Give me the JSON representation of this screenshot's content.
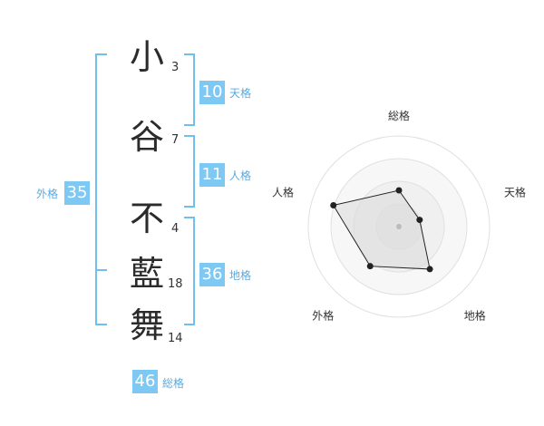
{
  "name": {
    "chars": [
      {
        "kanji": "小",
        "strokes": "3"
      },
      {
        "kanji": "谷",
        "strokes": "7"
      },
      {
        "kanji": "不",
        "strokes": "4"
      },
      {
        "kanji": "藍",
        "strokes": "18"
      },
      {
        "kanji": "舞",
        "strokes": "14"
      }
    ]
  },
  "fortunes": {
    "tenkaku": {
      "value": "10",
      "label": "天格"
    },
    "jinkaku": {
      "value": "11",
      "label": "人格"
    },
    "chikaku": {
      "value": "36",
      "label": "地格"
    },
    "gaikaku": {
      "value": "35",
      "label": "外格"
    },
    "soukaku": {
      "value": "46",
      "label": "総格"
    }
  },
  "colors": {
    "accent": "#7ec8f4",
    "bracket": "#6fc0ef",
    "label": "#5aa9e0"
  },
  "chart_data": {
    "type": "radar",
    "axes": [
      "総格",
      "天格",
      "地格",
      "外格",
      "人格"
    ],
    "values": [
      1.0,
      0.6,
      1.45,
      1.35,
      1.9
    ],
    "range": [
      0,
      2.5
    ],
    "rings": 4,
    "grid": true
  }
}
